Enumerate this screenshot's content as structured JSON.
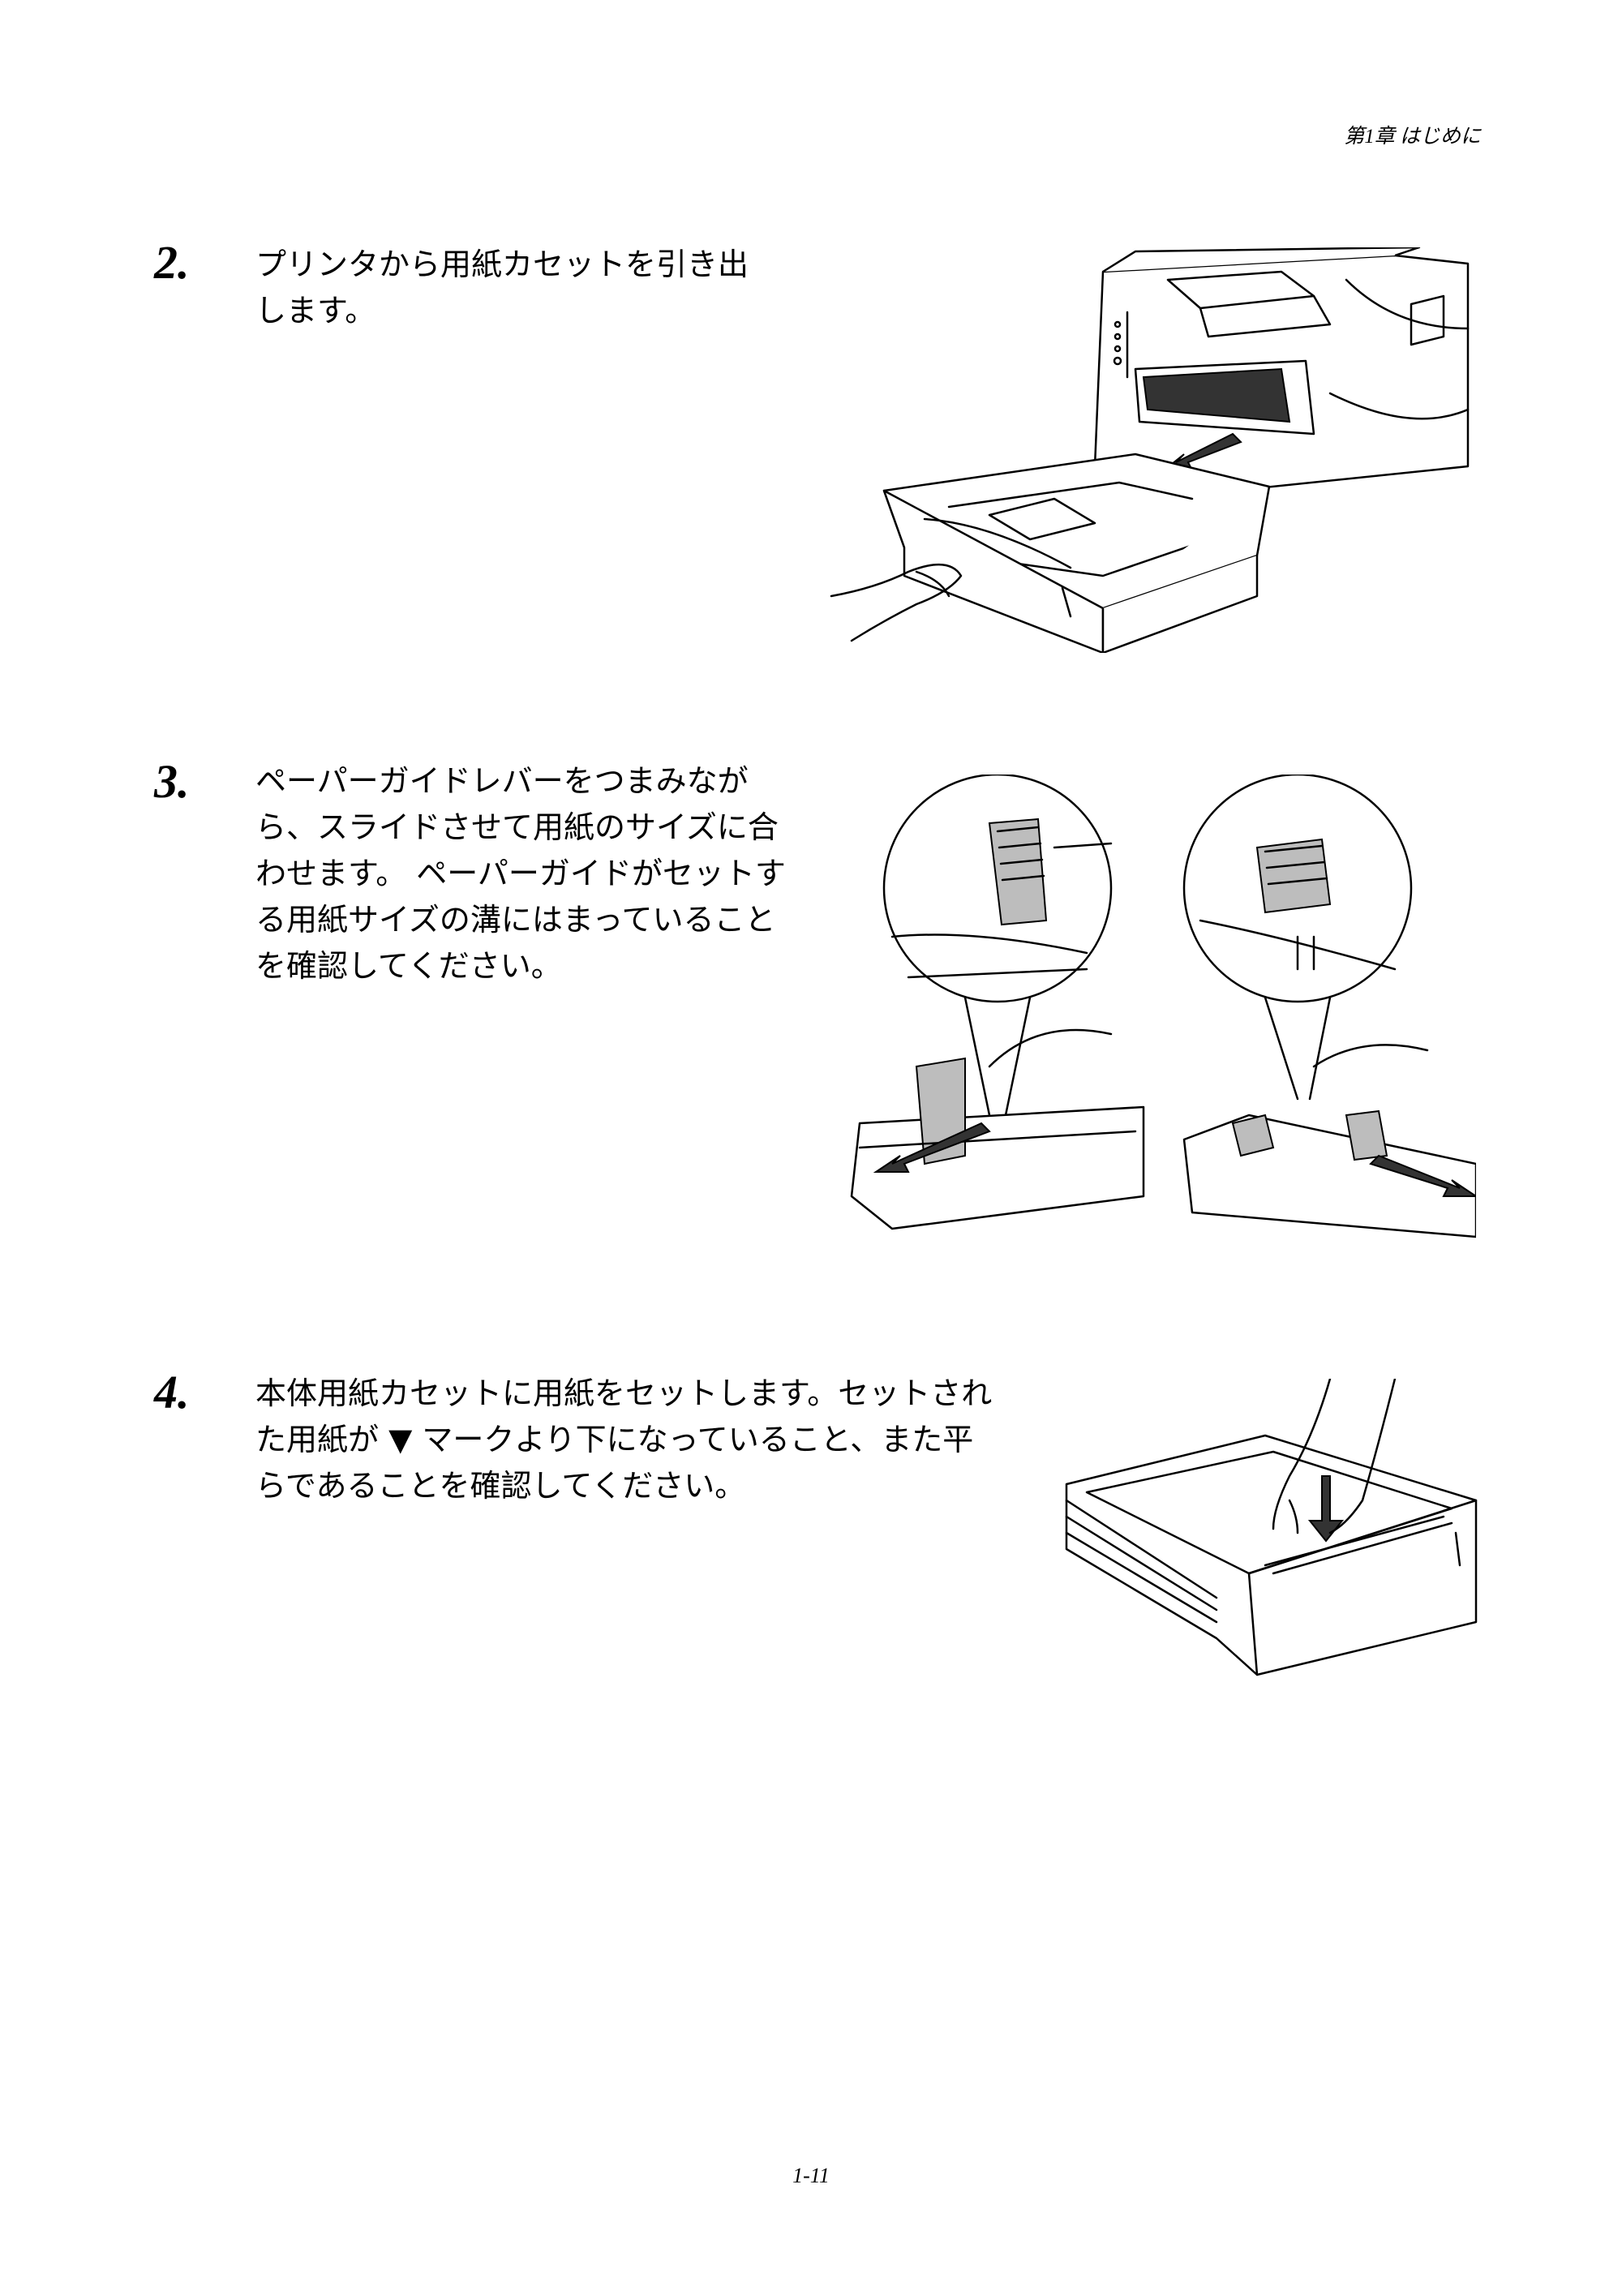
{
  "header": {
    "chapter": "第1章 はじめに"
  },
  "steps": [
    {
      "number": "2.",
      "lines": [
        "プリンタから用紙カセットを引き出",
        "します。"
      ]
    },
    {
      "number": "3.",
      "lines": [
        "ペーパーガイドレバーをつまみなが",
        "ら、スライドさせて用紙のサイズに合",
        "わせます。 ペーパーガイドがセットす",
        "る用紙サイズの溝にはまっていること",
        "を確認してください。"
      ]
    },
    {
      "number": "4.",
      "lines": [
        "本体用紙カセットに用紙をセットします。セットされ",
        "た用紙が ▼ マークより下になっていること、また平",
        "らであることを確認してください。"
      ]
    }
  ],
  "footer": {
    "page_number": "1-11"
  },
  "illustrations": {
    "step2": "printer-remove-cassette-illustration",
    "step3": "paper-guide-adjust-illustration",
    "step4": "load-paper-illustration"
  }
}
